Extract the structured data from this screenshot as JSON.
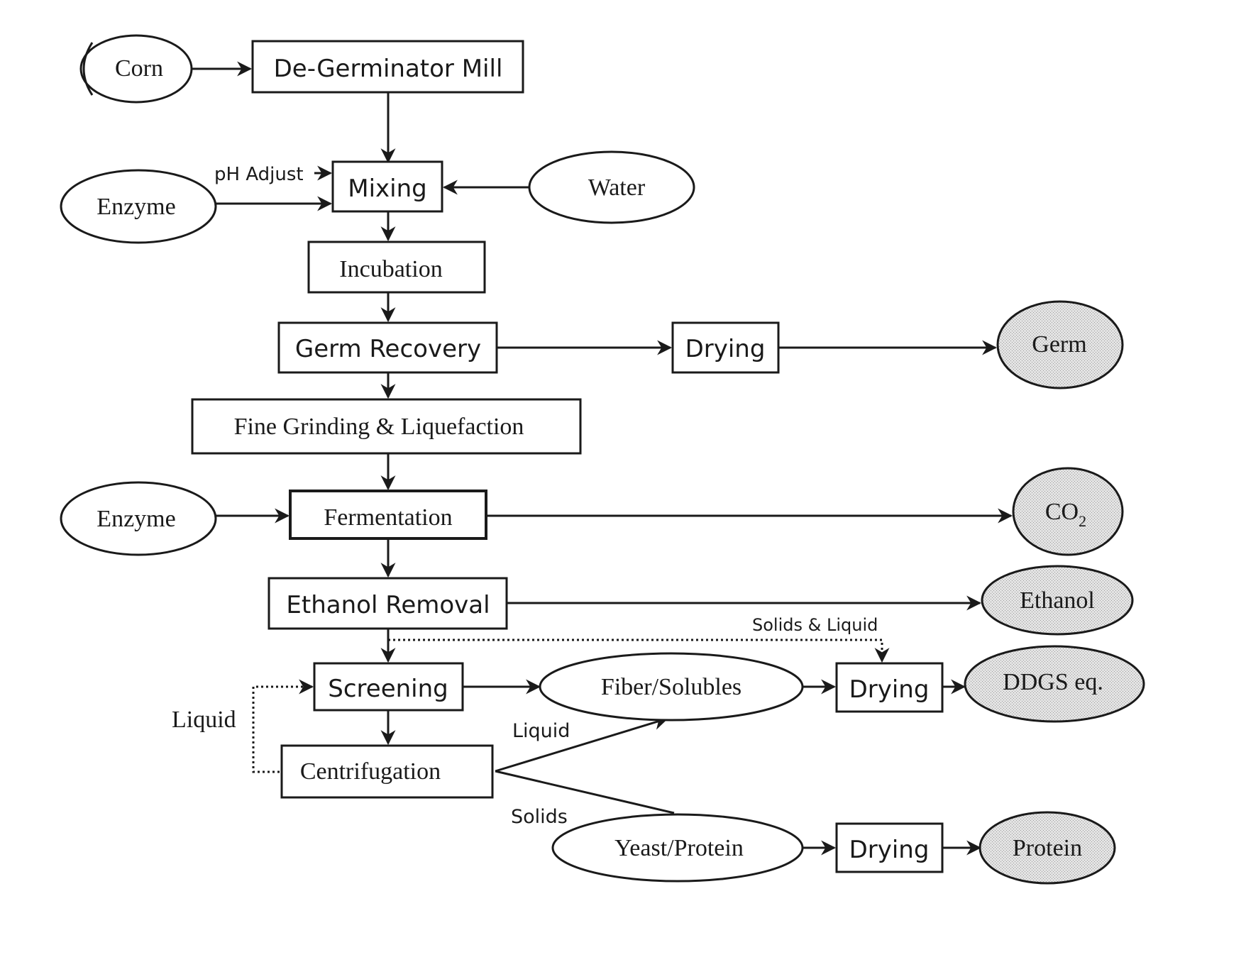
{
  "inputs": {
    "corn": "Corn",
    "enzyme_mixing": "Enzyme",
    "water": "Water",
    "enzyme_fermentation": "Enzyme"
  },
  "processes": {
    "degerminator_mill": "De-Germinator Mill",
    "mixing": "Mixing",
    "incubation": "Incubation",
    "germ_recovery": "Germ Recovery",
    "drying_germ": "Drying",
    "fine_grinding": "Fine Grinding & Liquefaction",
    "fermentation": "Fermentation",
    "ethanol_removal": "Ethanol Removal",
    "screening": "Screening",
    "centrifugation": "Centrifugation",
    "drying_ddgs": "Drying",
    "drying_protein": "Drying"
  },
  "intermediates": {
    "fiber_solubles": "Fiber/Solubles",
    "yeast_protein": "Yeast/Protein"
  },
  "products": {
    "germ": "Germ",
    "co2_main": "CO",
    "co2_sub": "2",
    "ethanol": "Ethanol",
    "ddgs": "DDGS eq.",
    "protein": "Protein"
  },
  "flow_labels": {
    "ph_adjust": "pH Adjust",
    "solids_liquid": "Solids & Liquid",
    "liquid_recycle": "Liquid",
    "liquid_centrifuge": "Liquid",
    "solids_centrifuge": "Solids"
  },
  "colors": {
    "stroke": "#1a1a1a",
    "product_fill": "#d9d9d9"
  }
}
